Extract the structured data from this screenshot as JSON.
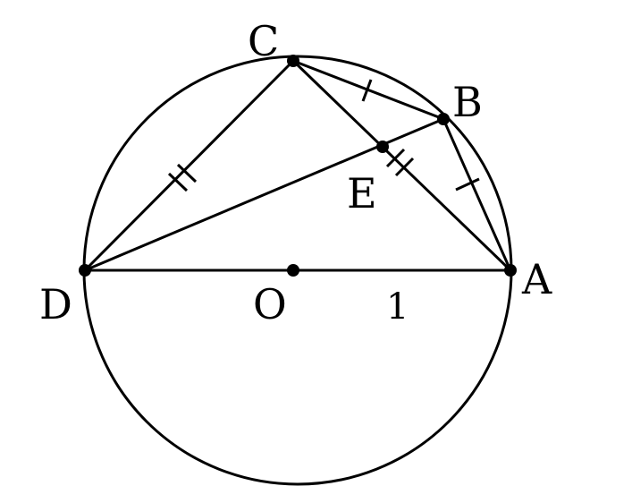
{
  "points": {
    "A": "A",
    "B": "B",
    "C": "C",
    "D": "D",
    "E": "E",
    "O": "O"
  },
  "radius_label": "1",
  "colors": {
    "ink": "#000000",
    "background": "#ffffff"
  }
}
